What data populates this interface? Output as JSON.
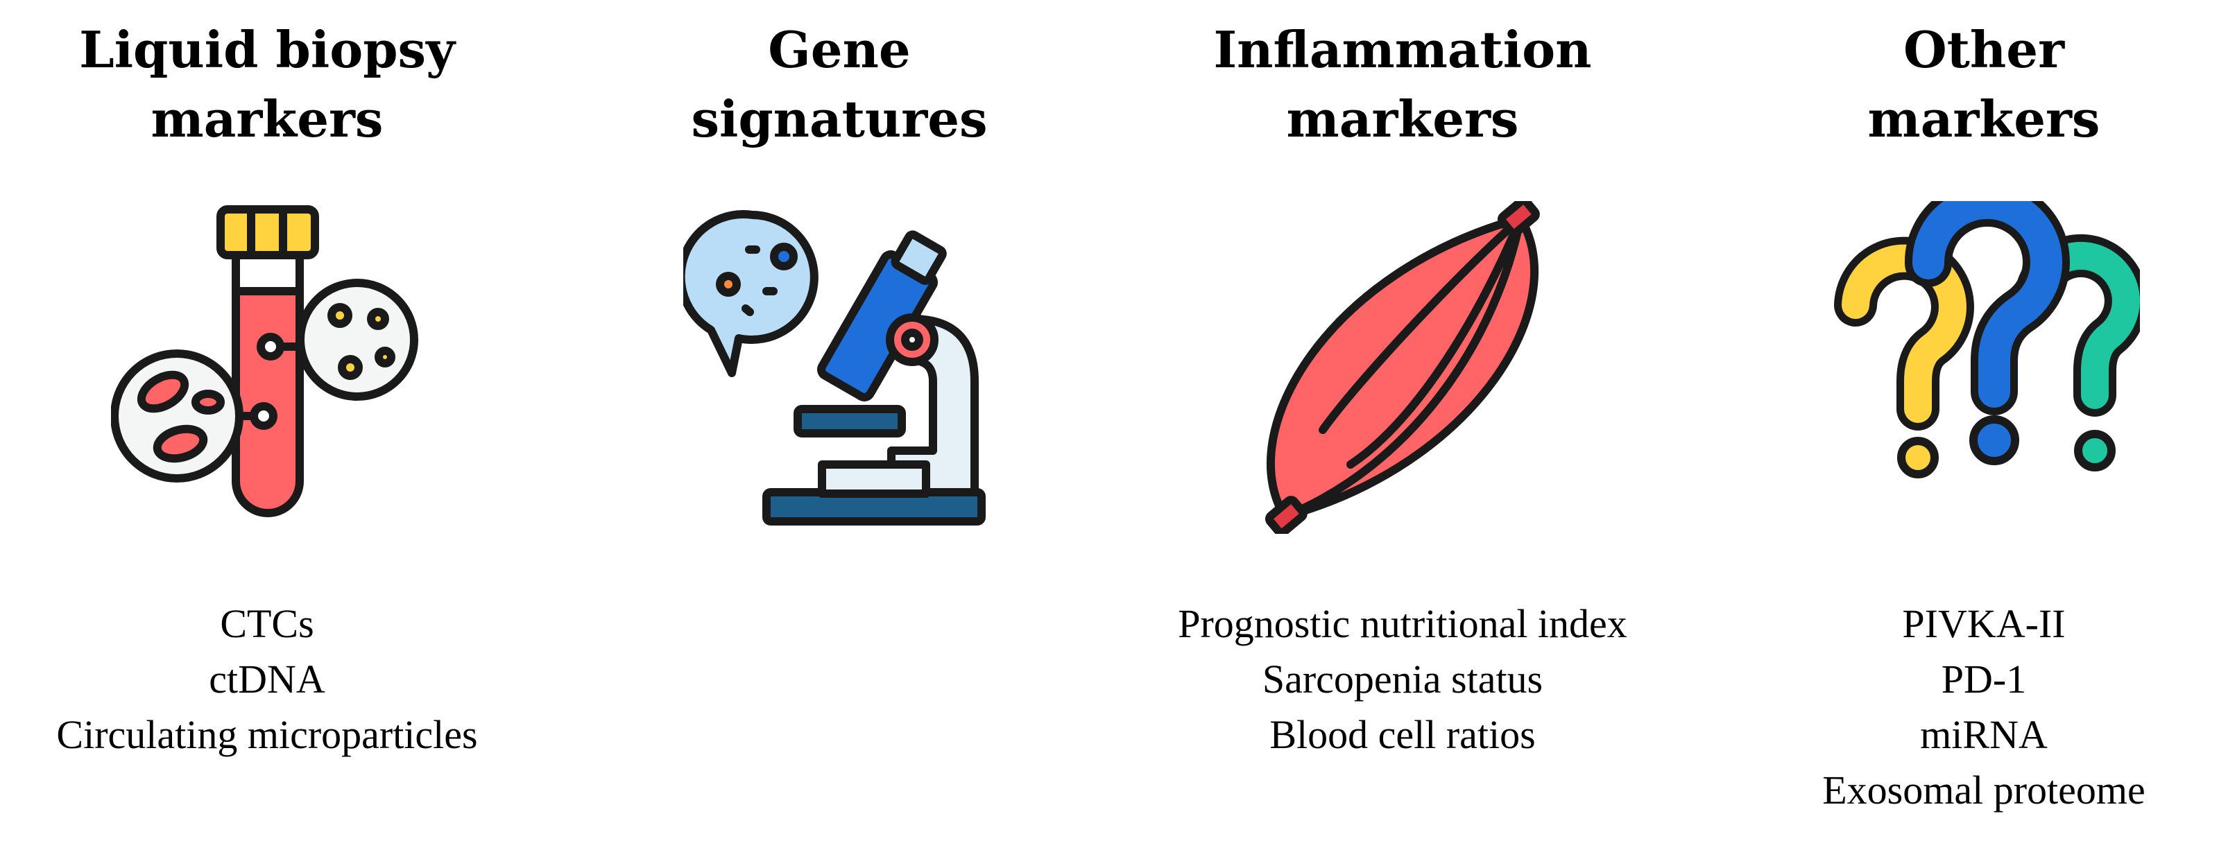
{
  "categories": [
    {
      "title": [
        "Liquid  biopsy",
        "markers"
      ],
      "icon": "blood-test-tube-icon",
      "items": [
        "CTCs",
        "ctDNA",
        "Circulating microparticles"
      ]
    },
    {
      "title": [
        "Gene",
        "signatures"
      ],
      "icon": "microscope-icon",
      "items": []
    },
    {
      "title": [
        "Inflammation",
        "markers"
      ],
      "icon": "muscle-icon",
      "items": [
        "Prognostic nutritional index",
        "Sarcopenia status",
        "Blood cell ratios"
      ]
    },
    {
      "title": [
        "Other",
        "markers"
      ],
      "icon": "question-marks-icon",
      "items": [
        "PIVKA-II",
        "PD-1",
        "miRNA",
        "Exosomal proteome"
      ]
    }
  ],
  "colors": {
    "outline": "#1a1a1a",
    "red": "#ff6467",
    "dark_red": "#e23b45",
    "yellow": "#ffd23f",
    "blue": "#1e6fd9",
    "light_blue": "#b9dcf7",
    "teal": "#1fc7a0",
    "navy": "#1d5e8a",
    "cream": "#f4f6f6"
  }
}
